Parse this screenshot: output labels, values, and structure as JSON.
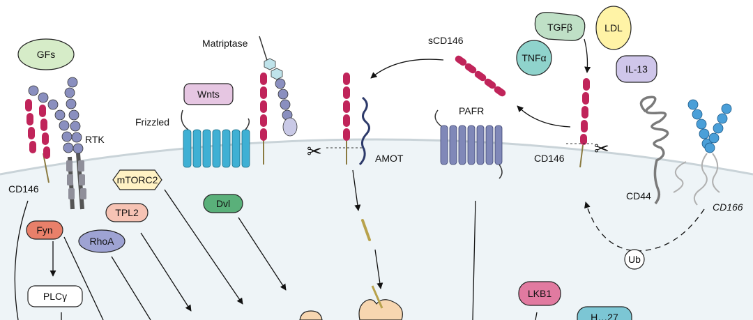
{
  "labels": {
    "gfs": "GFs",
    "rtk": "RTK",
    "cd146_left": "CD146",
    "matriptase": "Matriptase",
    "wnts": "Wnts",
    "frizzled": "Frizzled",
    "mtorc2": "mTORC2",
    "tpl2": "TPL2",
    "dvl": "Dvl",
    "fyn": "Fyn",
    "rhoa": "RhoA",
    "plcg": "PLCγ",
    "amot": "AMOT",
    "scd146": "sCD146",
    "pafr": "PAFR",
    "tgfb": "TGFβ",
    "ldl": "LDL",
    "tnfa": "TNFα",
    "il13": "IL-13",
    "cd146_right": "CD146",
    "cd44": "CD44",
    "cd166": "CD166",
    "ub": "Ub",
    "lkb1": "LKB1",
    "cut_partial": "H…27"
  },
  "colors": {
    "cell": "#eef4f7",
    "membrane": "#c9d3d8",
    "cd146": "#c0245a",
    "igdomain": "#8a8fbf",
    "frizzled": "#3fb0d4",
    "pafr": "#8088b8",
    "cd166": "#4a9fd8",
    "gfs": "#d6ecc8",
    "wnts": "#e6c6e2",
    "mtorc2": "#fff2c4",
    "tpl2": "#f6c3b4",
    "dvl": "#5ab07a",
    "fyn": "#e9806a",
    "rhoa": "#9ea3d3",
    "tgfb": "#bfe0c6",
    "ldl": "#fff3a6",
    "tnfa": "#8fd3cc",
    "il13": "#cfc6ea",
    "lkb1": "#e17aa0",
    "teal": "#7cc6d4",
    "peach": "#f7d6b0"
  }
}
